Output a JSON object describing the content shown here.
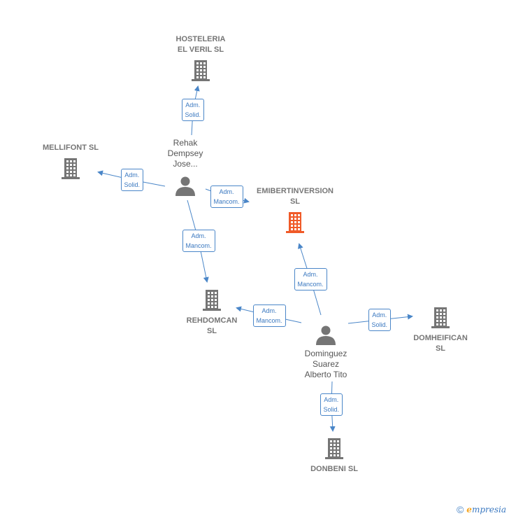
{
  "companies": [
    {
      "id": "hosteleria",
      "lines": [
        "HOSTELERIA",
        "EL VERIL SL"
      ],
      "color": "#757575"
    },
    {
      "id": "mellifont",
      "lines": [
        "MELLIFONT SL"
      ],
      "color": "#757575"
    },
    {
      "id": "emibertinversion",
      "lines": [
        "EMIBERTINVERSION",
        "SL"
      ],
      "color": "#f05a28"
    },
    {
      "id": "rehdomcan",
      "lines": [
        "REHDOMCAN",
        "SL"
      ],
      "color": "#757575"
    },
    {
      "id": "domheifican",
      "lines": [
        "DOMHEIFICAN",
        "SL"
      ],
      "color": "#757575"
    },
    {
      "id": "donbeni",
      "lines": [
        "DONBENI  SL"
      ],
      "color": "#757575"
    }
  ],
  "persons": [
    {
      "id": "rehak",
      "lines": [
        "Rehak",
        "Dempsey",
        "Jose..."
      ]
    },
    {
      "id": "dominguez",
      "lines": [
        "Dominguez",
        "Suarez",
        "Alberto Tito"
      ]
    }
  ],
  "relations": [
    {
      "from": "rehak",
      "to": "hosteleria",
      "role": [
        "Adm.",
        "Solid."
      ]
    },
    {
      "from": "rehak",
      "to": "mellifont",
      "role": [
        "Adm.",
        "Solid."
      ]
    },
    {
      "from": "rehak",
      "to": "emibertinversion",
      "role": [
        "Adm.",
        "Mancom."
      ]
    },
    {
      "from": "rehak",
      "to": "rehdomcan",
      "role": [
        "Adm.",
        "Mancom."
      ]
    },
    {
      "from": "dominguez",
      "to": "emibertinversion",
      "role": [
        "Adm.",
        "Mancom."
      ]
    },
    {
      "from": "dominguez",
      "to": "rehdomcan",
      "role": [
        "Adm.",
        "Mancom."
      ]
    },
    {
      "from": "dominguez",
      "to": "domheifican",
      "role": [
        "Adm.",
        "Solid."
      ]
    },
    {
      "from": "dominguez",
      "to": "donbeni",
      "role": [
        "Adm.",
        "Solid."
      ]
    }
  ],
  "colors": {
    "edge": "#4a86c8",
    "company": "#757575",
    "focus": "#f05a28",
    "person": "#757575"
  },
  "footer": {
    "copyright": "©",
    "brand_initial": "e",
    "brand_rest": "mpresia"
  }
}
